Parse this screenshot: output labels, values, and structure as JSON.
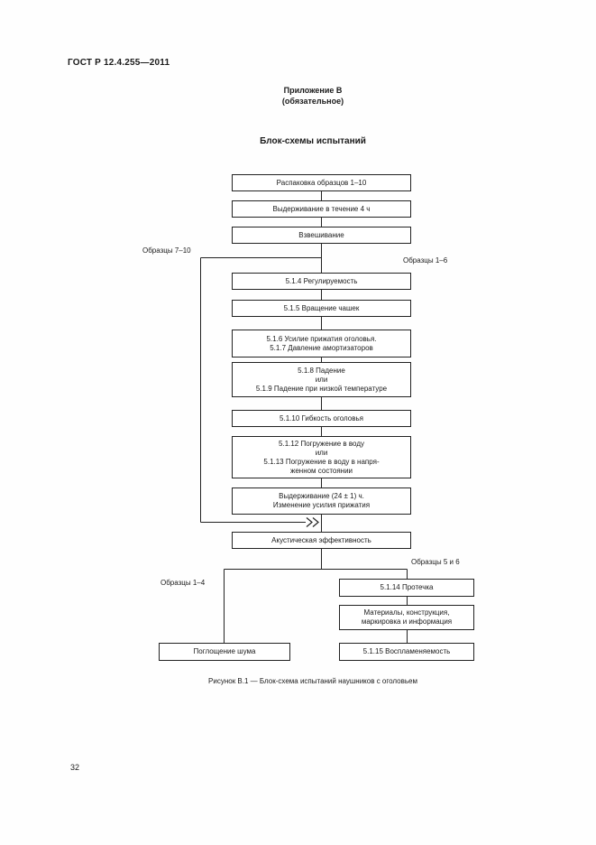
{
  "page": {
    "header": "ГОСТ Р 12.4.255—2011",
    "appendix": {
      "title": "Приложение В",
      "subtitle": "(обязательное)"
    },
    "section_title": "Блок-схемы испытаний",
    "figure_caption": "Рисунок В.1 — Блок-схема испытаний наушников с оголовьем",
    "page_number": "32"
  },
  "flowchart": {
    "branch_labels": {
      "samples_7_10": "Образцы 7–10",
      "samples_1_6": "Образцы 1–6",
      "samples_1_4": "Образцы 1–4",
      "samples_5_6": "Образцы 5 и 6"
    },
    "boxes": {
      "unpack": "Распаковка образцов 1–10",
      "hold_4h": "Выдерживание в течение 4 ч",
      "weighing": "Взвешивание",
      "adjustability": "5.1.4 Регулируемость",
      "cup_rotation": "5.1.5 Вращение чашек",
      "headband_force": "5.1.6 Усилие прижатия оголовья.\n5.1.7 Давление амортизаторов",
      "drop": "5.1.8 Падение\nили\n5.1.9 Падение при низкой температуре",
      "headband_flex": "5.1.10 Гибкость оголовья",
      "immersion": "5.1.12 Погружение в воду\nили\n5.1.13 Погружение в воду в напря-\nженном состоянии",
      "hold_24h": "Выдерживание (24 ± 1) ч.\nИзменение усилия прижатия",
      "acoustic": "Акустическая эффективность",
      "leakage": "5.1.14 Протечка",
      "materials": "Материалы, конструкция,\nмаркировка и информация",
      "noise_absorption": "Поглощение шума",
      "flammability": "5.1.15 Воспламеняемость"
    }
  }
}
